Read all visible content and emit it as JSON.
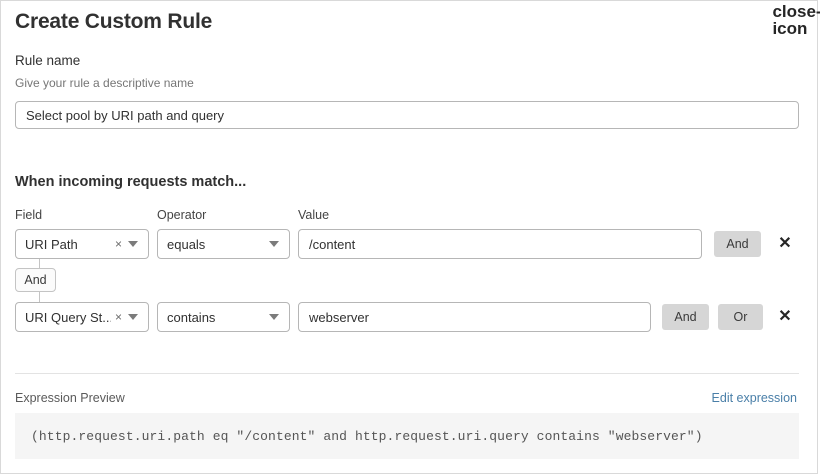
{
  "dialog": {
    "title": "Create Custom Rule",
    "close_icon": "close-icon"
  },
  "rule_name": {
    "label": "Rule name",
    "help": "Give your rule a descriptive name",
    "value": "Select pool by URI path and query",
    "placeholder": "Rule name"
  },
  "conditions_section": {
    "title": "When incoming requests match...",
    "columns": {
      "field": "Field",
      "operator": "Operator",
      "value": "Value"
    },
    "connector": {
      "label": "And"
    },
    "rows": [
      {
        "field": "URI Path",
        "field_clear_icon": "×",
        "operator": "equals",
        "value": "/content",
        "buttons": [
          "And"
        ],
        "delete_icon": "✕"
      },
      {
        "field": "URI Query St...",
        "field_clear_icon": "×",
        "operator": "contains",
        "value": "webserver",
        "buttons": [
          "And",
          "Or"
        ],
        "delete_icon": "✕"
      }
    ]
  },
  "expression_preview": {
    "label": "Expression Preview",
    "edit_link": "Edit expression",
    "expression": "(http.request.uri.path eq \"/content\" and http.request.uri.query contains \"webserver\")"
  },
  "colors": {
    "accent_link": "#4a7fa8",
    "button_bg": "#d6d6d6",
    "code_bg": "#f5f5f5",
    "border": "#b6b6b6"
  }
}
